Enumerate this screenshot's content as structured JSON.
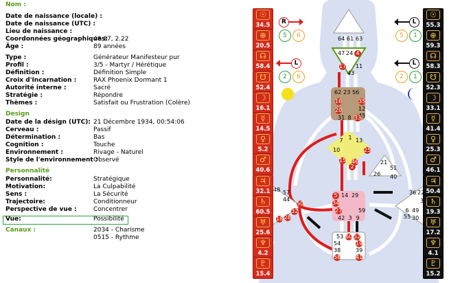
{
  "info": {
    "name_section": "Nom :",
    "rows_top": [
      {
        "label": "Date de naissance (locale) :",
        "value": ""
      },
      {
        "label": "Date de naissance (UTC) :",
        "value": ""
      },
      {
        "label": "Lieu de naissance :",
        "value": ""
      },
      {
        "label": "Coordonnées géographiques:",
        "value": "48.87, 2.22"
      },
      {
        "label": "Âge :",
        "value": "89 années"
      },
      {
        "label": "Type :",
        "value": "Générateur Manifesteur pur"
      },
      {
        "label": "Profil :",
        "value": "3/5 - Martyr / Hérétique"
      },
      {
        "label": "Définition :",
        "value": "Définition Simple"
      },
      {
        "label": "Croix d'Incarnation :",
        "value": "RAX Phoenix Dormant 1"
      },
      {
        "label": "Autorité interne :",
        "value": "Sacré"
      },
      {
        "label": "Stratégie :",
        "value": "Répondre"
      },
      {
        "label": "Thèmes :",
        "value": "Satisfait ou Frustration (Colère)"
      }
    ],
    "design_section": "Design",
    "rows_design": [
      {
        "label": "Date de la désign (UTC):",
        "value": "21 Décembre 1934, 00:54:06"
      },
      {
        "label": "Cerveau :",
        "value": "Passif"
      },
      {
        "label": "Détermination :",
        "value": "Bas"
      },
      {
        "label": "Cognition :",
        "value": "Touche"
      },
      {
        "label": "Environnement :",
        "value": "Rivage - Naturel"
      },
      {
        "label": "Style de l'environnement :",
        "value": "Observé"
      }
    ],
    "perso_section": "Personnalité",
    "rows_perso": [
      {
        "label": "Personnalité:",
        "value": "Stratégique"
      },
      {
        "label": "Motivation:",
        "value": "La Culpabilité"
      },
      {
        "label": "Sens :",
        "value": "La Sécurité"
      },
      {
        "label": "Trajectoire:",
        "value": "Conditionneur"
      },
      {
        "label": "Perspective de vue :",
        "value": "Concentrer"
      },
      {
        "label": "Vue:",
        "value": "Possibilité"
      }
    ],
    "canaux_label": "Canaux :",
    "canaux": [
      "2034 - Charisme",
      "0515 - Rythme"
    ]
  },
  "design_column": [
    {
      "icon": "sun-symbol",
      "glyph": "☉",
      "value": "34.5"
    },
    {
      "icon": "earth-symbol",
      "glyph": "⊕",
      "value": "20.5"
    },
    {
      "icon": "north-node-symbol",
      "glyph": "☊",
      "value": "58.4"
    },
    {
      "icon": "south-node-symbol",
      "glyph": "☋",
      "value": "52.4"
    },
    {
      "icon": "moon-symbol",
      "glyph": "☽",
      "value": "16.1"
    },
    {
      "icon": "mercury-symbol",
      "glyph": "☿",
      "value": "14.5"
    },
    {
      "icon": "venus-symbol",
      "glyph": "♀",
      "value": "5.2"
    },
    {
      "icon": "mars-symbol",
      "glyph": "♂",
      "value": "40.6"
    },
    {
      "icon": "jupiter-symbol",
      "glyph": "♃",
      "value": "32.1"
    },
    {
      "icon": "saturn-symbol",
      "glyph": "♄",
      "value": "60.5"
    },
    {
      "icon": "uranus-symbol",
      "glyph": "♅",
      "value": "25.6"
    },
    {
      "icon": "neptune-symbol",
      "glyph": "♆",
      "value": "4.2"
    },
    {
      "icon": "pluto-symbol",
      "glyph": "♇",
      "value": "15.4"
    }
  ],
  "personality_column": [
    {
      "icon": "sun-symbol",
      "glyph": "☉",
      "value": "55.3"
    },
    {
      "icon": "earth-symbol",
      "glyph": "⊕",
      "value": "59.3"
    },
    {
      "icon": "north-node-symbol",
      "glyph": "☊",
      "value": "58.3"
    },
    {
      "icon": "south-node-symbol",
      "glyph": "☋",
      "value": "52.3"
    },
    {
      "icon": "moon-symbol",
      "glyph": "☽",
      "value": "33.1"
    },
    {
      "icon": "mercury-symbol",
      "glyph": "☿",
      "value": "41.4"
    },
    {
      "icon": "venus-symbol",
      "glyph": "♀",
      "value": "25.3"
    },
    {
      "icon": "mars-symbol",
      "glyph": "♂",
      "value": "46.1"
    },
    {
      "icon": "jupiter-symbol",
      "glyph": "♃",
      "value": "50.4"
    },
    {
      "icon": "saturn-symbol",
      "glyph": "♄",
      "value": "19.3"
    },
    {
      "icon": "uranus-symbol",
      "glyph": "♅",
      "value": "17.2"
    },
    {
      "icon": "neptune-symbol",
      "glyph": "♆",
      "value": "4.1"
    },
    {
      "icon": "pluto-symbol",
      "glyph": "♇",
      "value": "15.2"
    }
  ],
  "arrows": {
    "left_top": {
      "letter": "R",
      "n1": "5",
      "n2": "6"
    },
    "left_bottom": {
      "letter": "L",
      "n1": "2",
      "n2": "6"
    },
    "right_top": {
      "letter": "L",
      "n1": "5",
      "n2": "1"
    },
    "right_bottom": {
      "letter": "L",
      "n1": "2",
      "n2": "1"
    }
  },
  "centers": {
    "head": [
      "64",
      "61",
      "63"
    ],
    "ajna": [
      "47",
      "24",
      "4",
      "17",
      "11",
      "43"
    ],
    "throat": [
      "62",
      "23",
      "56",
      "16",
      "35",
      "20",
      "12",
      "45",
      "31",
      "8",
      "33"
    ],
    "g": [
      "1",
      "7",
      "13",
      "10",
      "25",
      "15",
      "46",
      "2"
    ],
    "heart": [
      "21",
      "51",
      "26",
      "40"
    ],
    "sacral": [
      "5",
      "14",
      "29",
      "34",
      "27",
      "59",
      "42",
      "3",
      "9"
    ],
    "spleen": [
      "48",
      "57",
      "44",
      "50",
      "32",
      "28",
      "18"
    ],
    "solar": [
      "36",
      "22",
      "37",
      "6",
      "49",
      "55",
      "30"
    ],
    "root": [
      "53",
      "60",
      "52",
      "54",
      "19",
      "38",
      "39",
      "58",
      "41"
    ]
  },
  "colors": {
    "defined_red": "#d32c1c",
    "card_black": "#111111",
    "sun_yellow": "#f4e01b",
    "body_blue": "#d7dff0",
    "green": "#2da23a"
  }
}
